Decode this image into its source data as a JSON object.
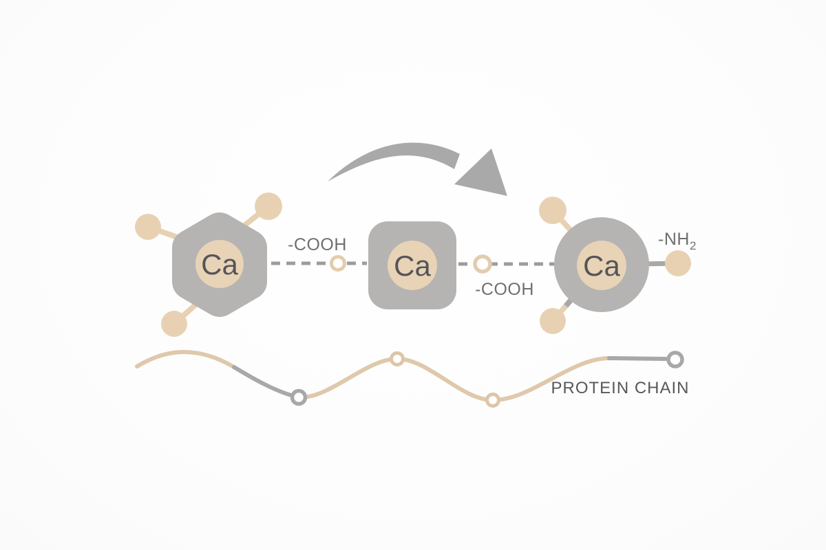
{
  "diagram": {
    "nodes": [
      {
        "symbol": "Ca",
        "shape": "hexagon"
      },
      {
        "symbol": "Ca",
        "shape": "rounded-square"
      },
      {
        "symbol": "Ca",
        "shape": "circle"
      }
    ],
    "labels": {
      "bond1": "-COOH",
      "bond2": "-COOH",
      "amine_main": "-NH",
      "amine_sub": "2",
      "chain": "PROTEIN CHAIN"
    },
    "colors": {
      "node_gray": "#b5b4b2",
      "ligand_tan": "#e8d1b3",
      "inner_circle_tan": "#e9d3b6",
      "symbol_text": "#54555a",
      "label_text": "#6f6f6d",
      "chain_label_text": "#58585a",
      "dash_gray": "#9c9c9c",
      "ring_tan": "#e3ccae",
      "arrow_gray": "#a9a9a9",
      "wave_tan": "#dfc8ab",
      "wave_gray": "#a8a8a8"
    }
  }
}
